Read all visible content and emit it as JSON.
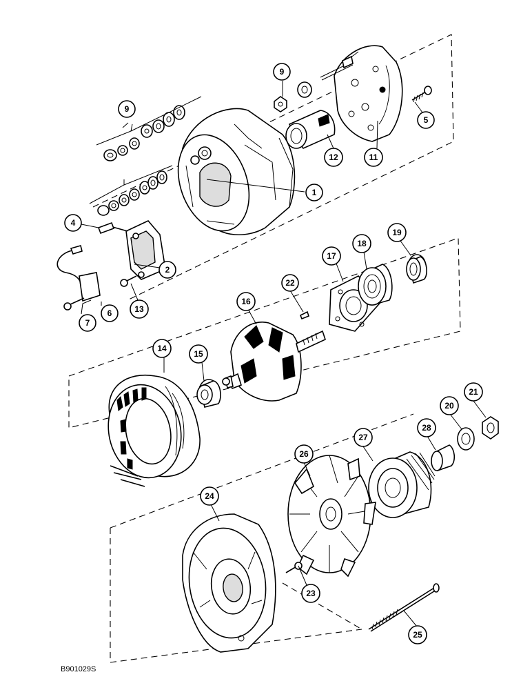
{
  "figure_code": "B901029S",
  "callouts": {
    "c1": "1",
    "c2": "2",
    "c4": "4",
    "c5": "5",
    "c6": "6",
    "c7": "7",
    "c9a": "9",
    "c9b": "9",
    "c11": "11",
    "c12": "12",
    "c13": "13",
    "c14": "14",
    "c15": "15",
    "c16": "16",
    "c17": "17",
    "c18": "18",
    "c19": "19",
    "c20": "20",
    "c21": "21",
    "c22": "22",
    "c23": "23",
    "c24": "24",
    "c25": "25",
    "c26": "26",
    "c27": "27",
    "c28": "28"
  }
}
